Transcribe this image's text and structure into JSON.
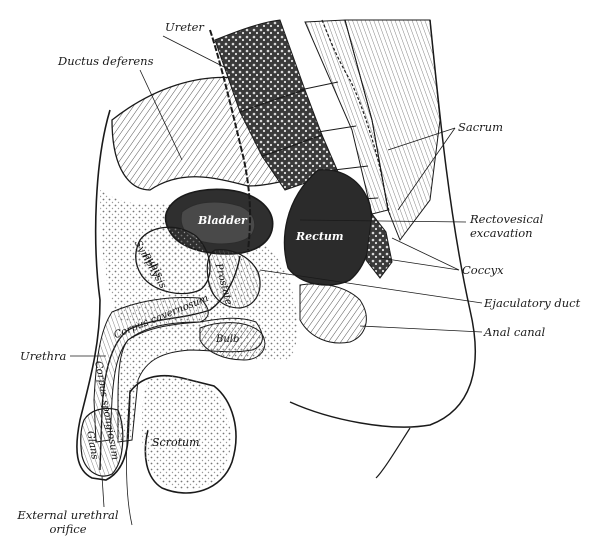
{
  "colors": {
    "ink": "#1a1a1a",
    "background": "#ffffff",
    "cavity": "#2b2b2b"
  },
  "labels": {
    "ureter": "Ureter",
    "ductus_deferens": "Ductus deferens",
    "sacrum": "Sacrum",
    "rectovesical_1": "Rectovesical",
    "rectovesical_2": "excavation",
    "coccyx": "Coccyx",
    "ejaculatory_duct": "Ejaculatory duct",
    "anal_canal": "Anal canal",
    "urethra": "Urethra",
    "external_orifice_1": "External urethral",
    "external_orifice_2": "orifice",
    "bladder": "Bladder",
    "rectum": "Rectum",
    "symphysis_1": "Symphysis",
    "symphysis_2": "pubis",
    "prostate": "Prostate",
    "bulb": "Bulb",
    "corpus_cavernosum": "Corpus cavernosum",
    "corpus_spongiosum": "Corpus spongiosum",
    "glans": "Glans",
    "scrotum": "Scrotum"
  }
}
